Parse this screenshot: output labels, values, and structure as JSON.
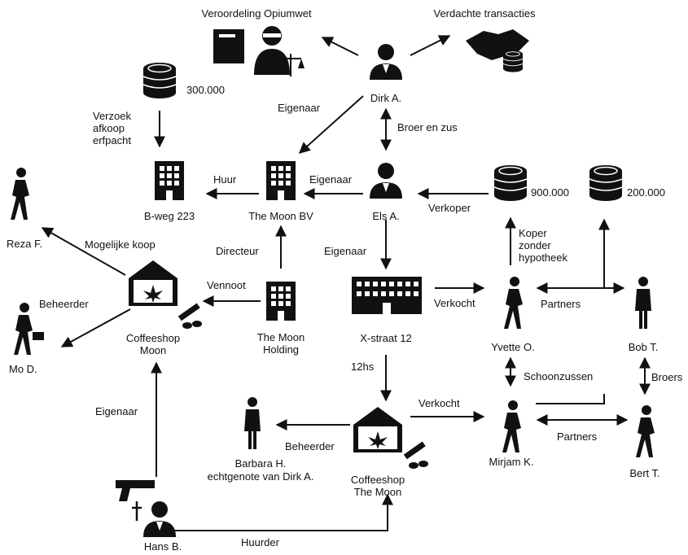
{
  "entities": {
    "veroordeling": "Veroordeling Opiumwet",
    "transacties": "Verdachte transacties",
    "dirk": "Dirk A.",
    "geld_300": "300.000",
    "geld_900": "900.000",
    "geld_200": "200.000",
    "bweg": "B-weg 223",
    "moonbv": "The Moon BV",
    "els": "Els A.",
    "reza": "Reza F.",
    "mo": "Mo D.",
    "coffeeshop_moon": [
      "Coffeeshop",
      "Moon"
    ],
    "moon_holding": [
      "The Moon",
      "Holding"
    ],
    "xstraat": "X-straat 12",
    "yvette": "Yvette O.",
    "bob": "Bob T.",
    "barbara": [
      "Barbara H.",
      "echtgenote van Dirk A."
    ],
    "coffeeshop_the_moon": [
      "Coffeeshop",
      "The Moon"
    ],
    "mirjam": "Mirjam K.",
    "bert": "Bert T.",
    "hans": "Hans B."
  },
  "relations": {
    "eigenaar_dirk_bv": "Eigenaar",
    "broer_zus": "Broer en zus",
    "verzoek": [
      "Verzoek",
      "afkoop",
      "erfpacht"
    ],
    "huur": "Huur",
    "eigenaar_els_bv": "Eigenaar",
    "verkoper": "Verkoper",
    "mogelijke_koop": "Mogelijke koop",
    "directeur": "Directeur",
    "eigenaar_els_x": "Eigenaar",
    "koper": [
      "Koper",
      "zonder",
      "hypotheek"
    ],
    "beheerder_mo": "Beheerder",
    "vennoot": "Vennoot",
    "verkocht_x": "Verkocht",
    "partners_yb": "Partners",
    "schoonzussen": "Schoonzussen",
    "broers": "Broers",
    "twaalfhs": "12hs",
    "eigenaar_hans": "Eigenaar",
    "verkocht_cs": "Verkocht",
    "beheerder_barbara": "Beheerder",
    "partners_mb": "Partners",
    "huurder": "Huurder"
  }
}
